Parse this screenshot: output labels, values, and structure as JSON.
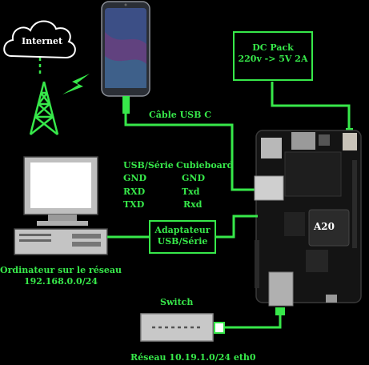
{
  "internet": {
    "label": "Internet"
  },
  "phone": {
    "cable_label": "Câble USB C"
  },
  "power": {
    "line1": "DC Pack",
    "line2": "220v -> 5V 2A"
  },
  "serial_table": {
    "header_left": "USB/Série",
    "header_right": "Cubieboard",
    "rows": [
      {
        "left": "GND",
        "right": "GND"
      },
      {
        "left": "RXD",
        "right": "Txd"
      },
      {
        "left": "TXD",
        "right": "Rxd"
      }
    ]
  },
  "adapter": {
    "line1": "Adaptateur",
    "line2": "USB/Série"
  },
  "computer": {
    "line1": "Ordinateur sur le réseau",
    "line2": "192.168.0.0/24"
  },
  "switch": {
    "label": "Switch"
  },
  "network": {
    "label": "Réseau 10.19.1.0/24 eth0"
  },
  "board": {
    "chip_label": "A20"
  },
  "colors": {
    "accent": "#37e84a",
    "background": "#000000",
    "cloud": "#ffffff"
  }
}
